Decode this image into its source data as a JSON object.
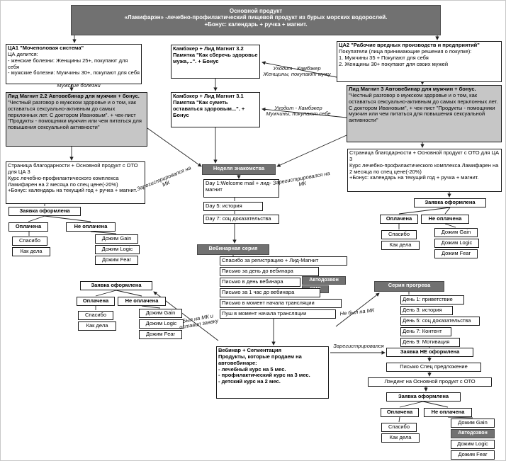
{
  "top": {
    "line1": "Основной продукт",
    "line2": "«Ламифарэн» -лечебно-профилактический пищевой продукт из бурых морских водорослей.",
    "line3": "+Бонус: календарь + ручка + магнит."
  },
  "ca1": {
    "title": "ЦА1 \"Мочеполовая система\"",
    "line1": "ЦА делится:",
    "line2": "- женские болезни: Женщины 25+, покупают для себя",
    "line3": "- мужские болезни: Мужчины 30+, покупают для себя"
  },
  "ca2": {
    "title": "ЦА2 \"Рабочие вредных производств и предприятий\"",
    "line1": "Покупатели (лица принимающие решения о покупке):",
    "line2": "1. Мужчины 35 + Покупают для себя",
    "line3": "2. Женщины 30+ покупают для своих мужей"
  },
  "cb32": "Камбэкер + Лид Магнит 3.2 Памятка \"Как сберечь здоровье мужа,...\". + Бонус",
  "cb31": "Камбэкер + Лид Магнит 3.1 Памятка \"Как суметь оставаться здоровым...\". + Бонус",
  "lm22": {
    "title": "Лид Магнит 2.2 Автовебинар для мужчин + бонус.",
    "body": "\"Честный разговор о мужском здоровье и о том, как оставаться сексуально-активным до самых перклонных лет. С доктором Ивановым\". + чек-лист \"Продукты - помощники мужчин или чем питаться для повышения сексуальной активности\""
  },
  "lm3": {
    "title": "Лид Магнит 3 Автовебинар для мужчин + бонус.",
    "body": "\"Честный разговор о мужском здоровье и о том, как оставаться сексуально-активным до самых перклонных лет. С доктором Ивановым\", + чек-лист \"Продукты - помощники мужчин или чем питаться для повышения сексуальной активности\""
  },
  "thanks": {
    "line1": "Страница благодарности + Основной продукт  с ОТО для ЦА 3",
    "line2": "Курс лечебно-профилактического комплекса Ламифарен на 2 месяца по спец цене(-20%)",
    "line3": "+Бонус: календарь на текущий год + ручка + магнит."
  },
  "labels": {
    "male_diseases": "Мужские болезни",
    "leave_women": "Уходит - Камбэкер Женщины, покупают мужу",
    "leave_men": "Уходит - Камбэкер Мужчины, покупают себе",
    "registered_mk": "Зарегистрировался на МК",
    "was_on_mk": "Был на МК и оставил заявку",
    "not_on_mk": "Не был на МК",
    "registered": "Зарегистрировался"
  },
  "week": {
    "title": "Неделя знакомства",
    "day1": "Day 1:Welcome mail + лид-магнит",
    "day5": "Day 5: история",
    "day7": "Day 7: соц доказательства"
  },
  "ws": {
    "title": "Вебинарная серия",
    "emails": [
      "Спасибо за регистрацию + Лид-Магнит",
      "Письмо за день до вебинара",
      "Письмо в день вебинара",
      "Письмо за 1 час до вебинара",
      "Письмо в момент начала трансляции",
      "Пуш в момент начала трансляции"
    ],
    "autocall": "Автодозвон",
    "sms": "СМС"
  },
  "web": {
    "title": "Вебинар + Сегментация",
    "line1": "Продукты, которые продаем на автовебинаре:",
    "items": [
      "- лечебный курс на 5 мес.",
      "- профилактический курс на 3 мес.",
      "- детский курс на 2 мес."
    ]
  },
  "warmup": {
    "title": "Серия прогрева",
    "days": [
      "День 1: приветствие",
      "День 3: история",
      "День 5: соц доказательства",
      "День 7: Контент",
      "День 9: Мотивация"
    ]
  },
  "order": {
    "formed": "Заявка оформлена",
    "not_formed": "Заявка НЕ оформлена",
    "paid": "Оплачена",
    "not_paid": "Не оплачена",
    "thanks": "Спасибо",
    "how_are": "Как дела",
    "gain": "Дожим Gain",
    "logic": "Дожим Logic",
    "fear": "Дожим Fear",
    "autocall": "Автодозвон",
    "special": "Письмо Спец предложение",
    "landing": "Лэндинг на Основной продукт  с ОТО"
  },
  "colors": {
    "dark_box": "#717171",
    "light_box": "#c6c6c6",
    "line": "#222222"
  }
}
